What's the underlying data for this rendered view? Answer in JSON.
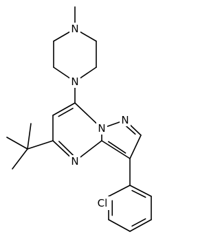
{
  "molecule": {
    "atoms": {
      "n_methyl": "N",
      "n_aryl": "N",
      "n_bridge": "N",
      "n_pyrazole": "N",
      "n_pyrimidine": "N",
      "chlorine": "Cl"
    }
  },
  "colors": {
    "bond": "#000000",
    "background": "#ffffff"
  }
}
